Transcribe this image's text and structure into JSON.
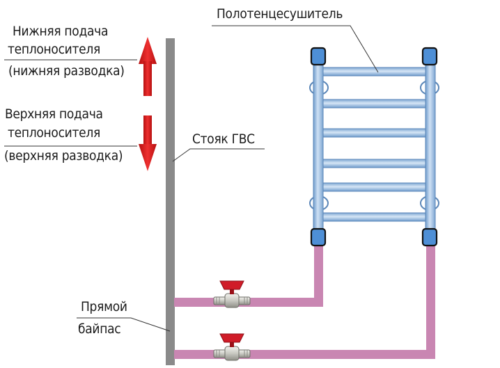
{
  "labels": {
    "bottom_feed_line1": "Нижняя подача",
    "bottom_feed_line2": "теплоносителя",
    "bottom_feed_line3": "(нижняя разводка)",
    "top_feed_line1": "Верхняя подача",
    "top_feed_line2": "теплоносителя",
    "top_feed_line3": "(верхняя разводка)",
    "riser": "Стояк ГВС",
    "towel_dryer": "Полотенцесушитель",
    "bypass_line1": "Прямой",
    "bypass_line2": "байпас"
  },
  "colors": {
    "riser": "#8a8a8a",
    "pipe": "#c986b2",
    "dryer_tube": "#a9c6e6",
    "dryer_edge": "#5a86b8",
    "cap": "#4e8fd6",
    "arrow": "#d61d1d",
    "valve_handle": "#d01c28",
    "valve_body": "#c8c8c2",
    "leader": "#333333"
  },
  "icons": {
    "flow_up": "red-arrow-up-icon",
    "flow_down": "red-arrow-down-icon",
    "valve": "ball-valve-icon"
  }
}
